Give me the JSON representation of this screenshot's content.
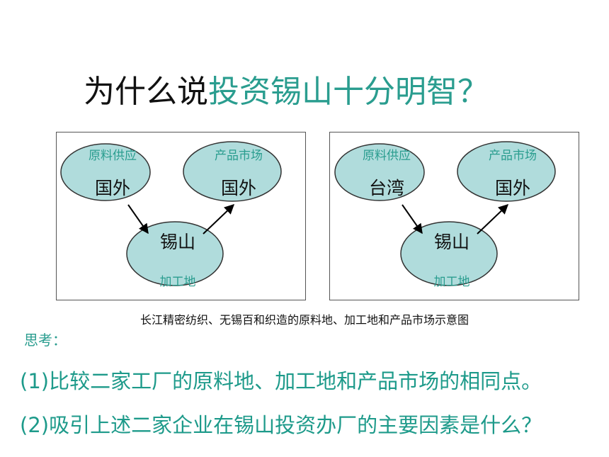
{
  "title": {
    "prefix": "为什么说",
    "highlight": "投资锡山十分明智",
    "suffix": "？"
  },
  "colors": {
    "accent": "#2a9d8f",
    "ellipse_fill": "#b0dcdc",
    "ellipse_stroke": "#333333",
    "label_color": "#2a9d8f"
  },
  "diagrams": [
    {
      "source": {
        "label": "原料供应",
        "place": "国外"
      },
      "market": {
        "label": "产品市场",
        "place": "国外"
      },
      "processing": {
        "label": "加工地",
        "place": "锡山"
      }
    },
    {
      "source": {
        "label": "原料供应",
        "place": "台湾"
      },
      "market": {
        "label": "产品市场",
        "place": "国外"
      },
      "processing": {
        "label": "加工地",
        "place": "锡山"
      }
    }
  ],
  "caption": "长江精密纺织、无锡百和织造的原料地、加工地和产品市场示意图",
  "think_label": "思考：",
  "questions": [
    "(1)比较二家工厂的原料地、加工地和产品市场的相同点。",
    "(2)吸引上述二家企业在锡山投资办厂的主要因素是什么？"
  ]
}
